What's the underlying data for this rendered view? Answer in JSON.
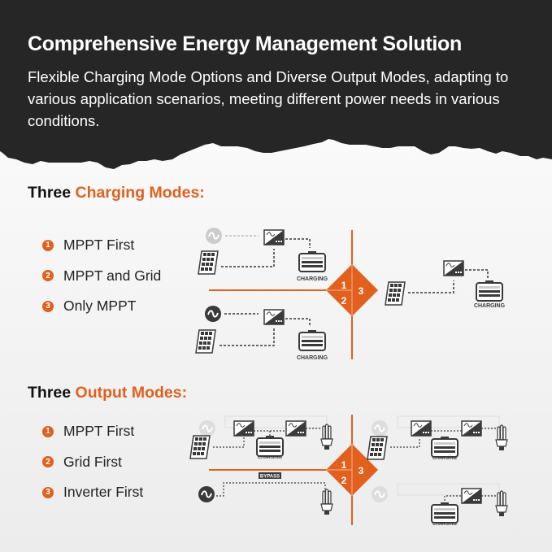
{
  "header": {
    "title": "Comprehensive Energy Management Solution",
    "subtitle": "Flexible Charging Mode Options and Diverse Output Modes, adapting to various application scenarios, meeting different power needs in various conditions."
  },
  "charging_section": {
    "title_prefix": "Three ",
    "title_accent": "Charging Modes:",
    "modes": [
      {
        "number": "1",
        "label": "MPPT First"
      },
      {
        "number": "2",
        "label": "MPPT and Grid"
      },
      {
        "number": "3",
        "label": "Only MPPT"
      }
    ],
    "diagram_badge": [
      "1",
      "2",
      "3"
    ],
    "battery_label": "CHARGING"
  },
  "output_section": {
    "title_prefix": "Three ",
    "title_accent": "Output Modes",
    "title_suffix": ":",
    "modes": [
      {
        "number": "1",
        "label": "MPPT First"
      },
      {
        "number": "2",
        "label": "Grid First"
      },
      {
        "number": "3",
        "label": "Inverter First"
      }
    ],
    "diagram_badge": [
      "1",
      "2",
      "3"
    ],
    "battery_label": "CHARGING",
    "bypass_label": "BYPASS"
  },
  "colors": {
    "accent": "#e2601e",
    "dark": "#262626",
    "icon": "#3a3a3a"
  },
  "icons": {
    "grid": "ac-sine-wave-icon",
    "solar": "solar-panel-icon",
    "inverter": "inverter-icon",
    "battery": "battery-icon",
    "load": "light-bulb-icon"
  }
}
